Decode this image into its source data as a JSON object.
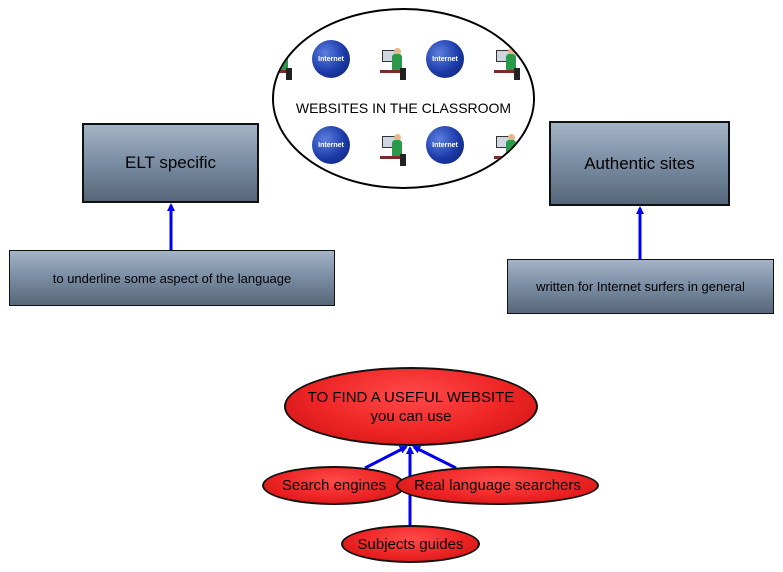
{
  "title_node": {
    "label": "WEBSITES IN THE CLASSROOM",
    "tile_word": "Internet"
  },
  "left_branch": {
    "header": "ELT specific",
    "detail": "to underline some aspect of the language"
  },
  "right_branch": {
    "header": "Authentic sites",
    "detail": "written for Internet surfers in general"
  },
  "find_node": {
    "line1": "TO FIND A USEFUL WEBSITE",
    "line2": "you can use"
  },
  "options": {
    "search_engines": "Search engines",
    "real_language": "Real language searchers",
    "subjects_guides": "Subjects guides"
  },
  "colors": {
    "box_gradient_top": "#a4b4c6",
    "box_gradient_bottom": "#566779",
    "ellipse_red": "#ee2424",
    "arrow_blue": "#0000ee"
  }
}
